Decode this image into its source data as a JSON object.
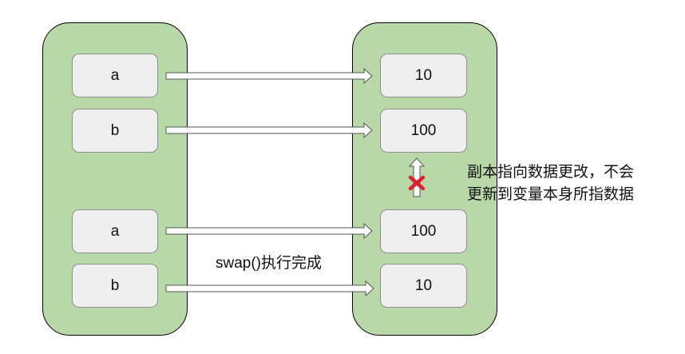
{
  "left_panel": {
    "boxes": [
      {
        "label": "a"
      },
      {
        "label": "b"
      },
      {
        "label": "a"
      },
      {
        "label": "b"
      }
    ]
  },
  "right_panel": {
    "boxes": [
      {
        "label": "10"
      },
      {
        "label": "100"
      },
      {
        "label": "100"
      },
      {
        "label": "10"
      }
    ]
  },
  "annotation": {
    "line1": "副本指向数据更改，不会",
    "line2": "更新到变量本身所指数据"
  },
  "swap_label": "swap()执行完成",
  "icons": [
    "arrow-right-icon",
    "arrow-up-icon",
    "cross-icon"
  ],
  "colors": {
    "panel_fill": "#b9d8a8",
    "box_fill": "#efefef",
    "cross": "#e0202a"
  }
}
